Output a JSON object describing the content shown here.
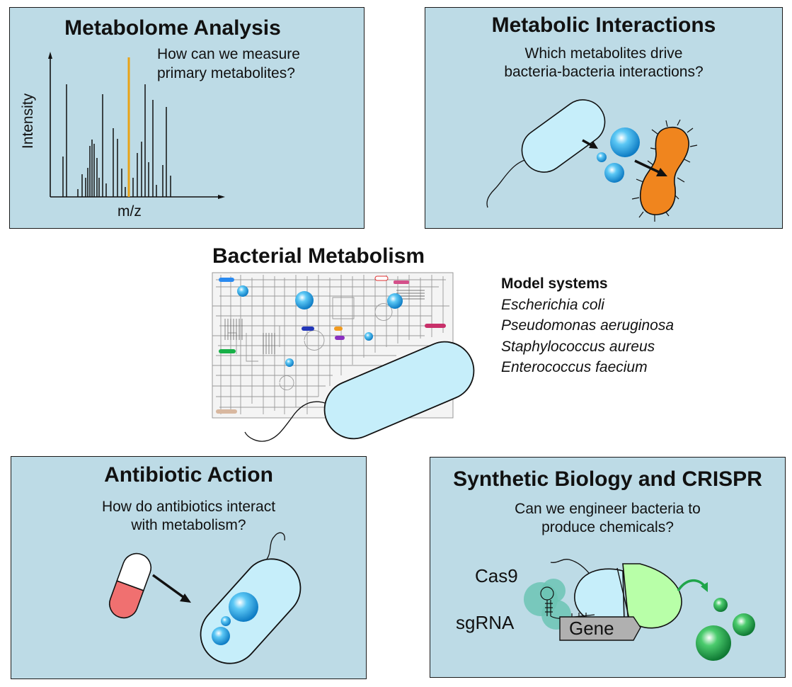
{
  "panels": {
    "metabolome": {
      "title": "Metabolome Analysis",
      "question_line1": "How can we measure",
      "question_line2": "primary metabolites?",
      "y_label": "Intensity",
      "x_label": "m/z"
    },
    "interactions": {
      "title": "Metabolic Interactions",
      "question_line1": "Which metabolites drive",
      "question_line2": "bacteria-bacteria interactions?"
    },
    "antibiotic": {
      "title": "Antibiotic Action",
      "question_line1": "How do antibiotics interact",
      "question_line2": "with metabolism?"
    },
    "synbio": {
      "title": "Synthetic Biology and CRISPR",
      "question_line1": "Can we engineer bacteria to",
      "question_line2": "produce chemicals?",
      "cas9_label": "Cas9",
      "sgrna_label": "sgRNA",
      "gene_label": "Gene"
    }
  },
  "center": {
    "title": "Bacterial Metabolism",
    "model_systems_heading": "Model systems",
    "organisms": [
      "Escherichia coli",
      "Pseudomonas aeruginosa",
      "Staphylococcus aureus",
      "Enterococcus faecium"
    ]
  },
  "colors": {
    "panel_bg": "#bddbe6",
    "cell_fill": "#c6eefa",
    "metabolite_blue": "#2aa3e8",
    "highlight_peak": "#e8a317",
    "orange_bacterium": "#f0851e",
    "pill_red": "#f07070",
    "green_cell": "#b8ffa8",
    "green_metabolite": "#1fa54a",
    "cas9_teal": "#6cc4b4"
  },
  "icons": [
    "bacterium-cell",
    "metabolite-sphere",
    "capsule-pill",
    "arrow",
    "metabolic-map"
  ]
}
